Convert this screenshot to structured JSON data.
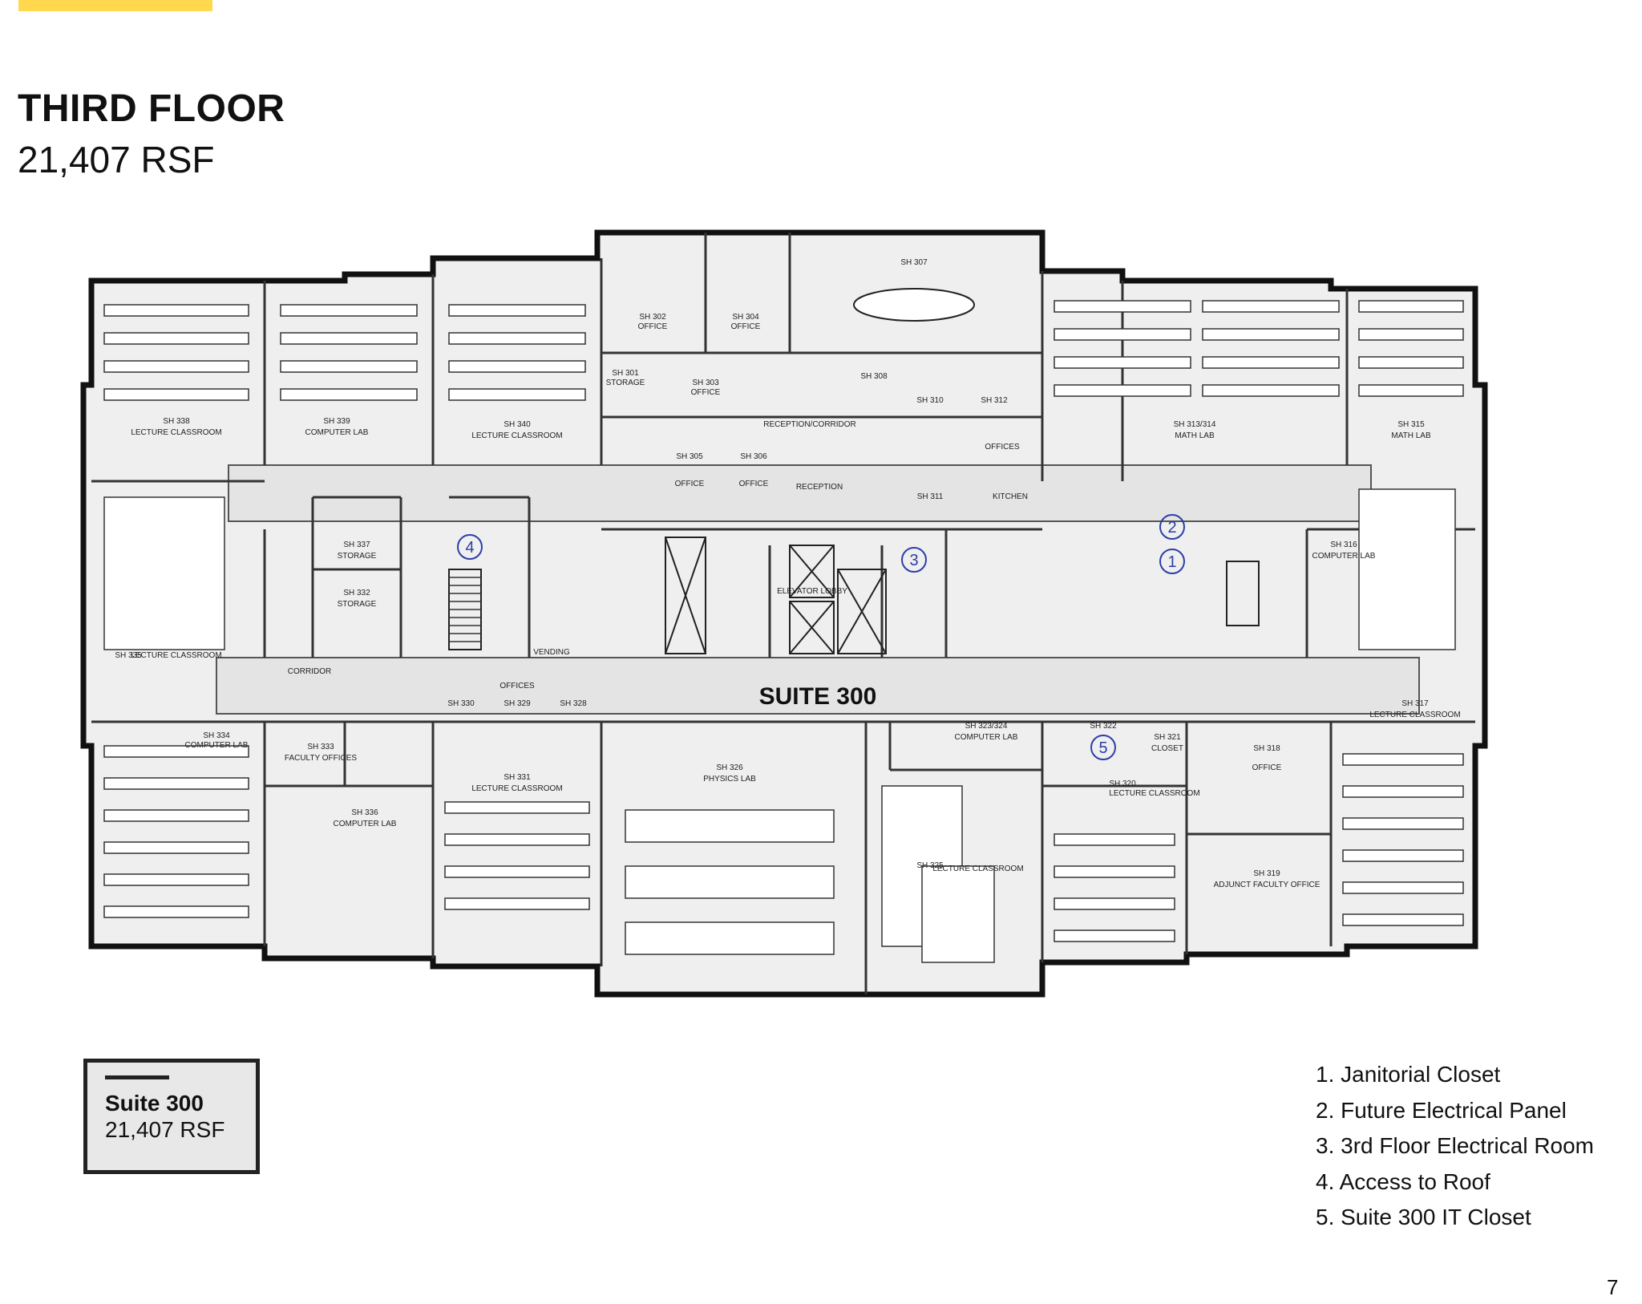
{
  "header": {
    "title": "THIRD FLOOR",
    "subtitle": "21,407 RSF"
  },
  "plan": {
    "suite_label": "SUITE 300",
    "rooms": [
      {
        "tag": "SH 338",
        "name": "LECTURE CLASSROOM"
      },
      {
        "tag": "SH 339",
        "name": "COMPUTER LAB"
      },
      {
        "tag": "SH 340",
        "name": "LECTURE CLASSROOM"
      },
      {
        "tag": "SH 302",
        "name": "OFFICE"
      },
      {
        "tag": "SH 304",
        "name": "OFFICE"
      },
      {
        "tag": "SH 307",
        "name": ""
      },
      {
        "tag": "SH 301",
        "name": "STORAGE"
      },
      {
        "tag": "SH 303",
        "name": "OFFICE"
      },
      {
        "tag": "SH 305",
        "name": "OFFICE"
      },
      {
        "tag": "SH 306",
        "name": "OFFICE"
      },
      {
        "tag": "SH 308",
        "name": ""
      },
      {
        "tag": "SH 310",
        "name": ""
      },
      {
        "tag": "SH 312",
        "name": ""
      },
      {
        "tag": "SH 311",
        "name": ""
      },
      {
        "tag": "SH 313/314",
        "name": "MATH LAB"
      },
      {
        "tag": "SH 315",
        "name": "MATH LAB"
      },
      {
        "tag": "SH 316",
        "name": "COMPUTER LAB"
      },
      {
        "tag": "SH 337",
        "name": "STORAGE"
      },
      {
        "tag": "SH 332",
        "name": "STORAGE"
      },
      {
        "tag": "SH 335",
        "name": "LECTURE CLASSROOM"
      },
      {
        "tag": "SH 334",
        "name": "COMPUTER LAB"
      },
      {
        "tag": "SH 333",
        "name": "FACULTY OFFICES"
      },
      {
        "tag": "SH 330",
        "name": ""
      },
      {
        "tag": "SH 329",
        "name": ""
      },
      {
        "tag": "SH 328",
        "name": ""
      },
      {
        "tag": "SH 331",
        "name": "LECTURE CLASSROOM"
      },
      {
        "tag": "SH 336",
        "name": "COMPUTER LAB"
      },
      {
        "tag": "SH 326",
        "name": "PHYSICS LAB"
      },
      {
        "tag": "SH 323/324",
        "name": "COMPUTER LAB"
      },
      {
        "tag": "SH 322",
        "name": ""
      },
      {
        "tag": "SH 321",
        "name": "CLOSET"
      },
      {
        "tag": "SH 320",
        "name": "LECTURE CLASSROOM"
      },
      {
        "tag": "SH 325",
        "name": "LECTURE CLASSROOM"
      },
      {
        "tag": "SH 318",
        "name": "OFFICE"
      },
      {
        "tag": "SH 319",
        "name": "ADJUNCT FACULTY OFFICE"
      },
      {
        "tag": "SH 317",
        "name": "LECTURE CLASSROOM"
      }
    ],
    "labels": {
      "reception": "RECEPTION",
      "elevator_lobby": "ELEVATOR LOBBY",
      "corridor": "CORRIDOR",
      "offices_top": "OFFICES",
      "offices_mid": "OFFICES",
      "kitchen": "KITCHEN",
      "vending": "VENDING",
      "reception_corridor": "RECEPTION/CORRIDOR"
    },
    "markers": [
      "1",
      "2",
      "3",
      "4",
      "5"
    ]
  },
  "legend": {
    "suite": "Suite 300",
    "rsf": "21,407 RSF"
  },
  "key": [
    "1. Janitorial Closet",
    "2. Future Electrical Panel",
    "3. 3rd Floor Electrical Room",
    "4. Access to Roof",
    "5. Suite 300 IT Closet"
  ],
  "page_number": "7",
  "colors": {
    "accent": "#ffd84d",
    "plan_fill": "#efefef",
    "wall": "#111111",
    "marker": "#2b3ea8"
  }
}
